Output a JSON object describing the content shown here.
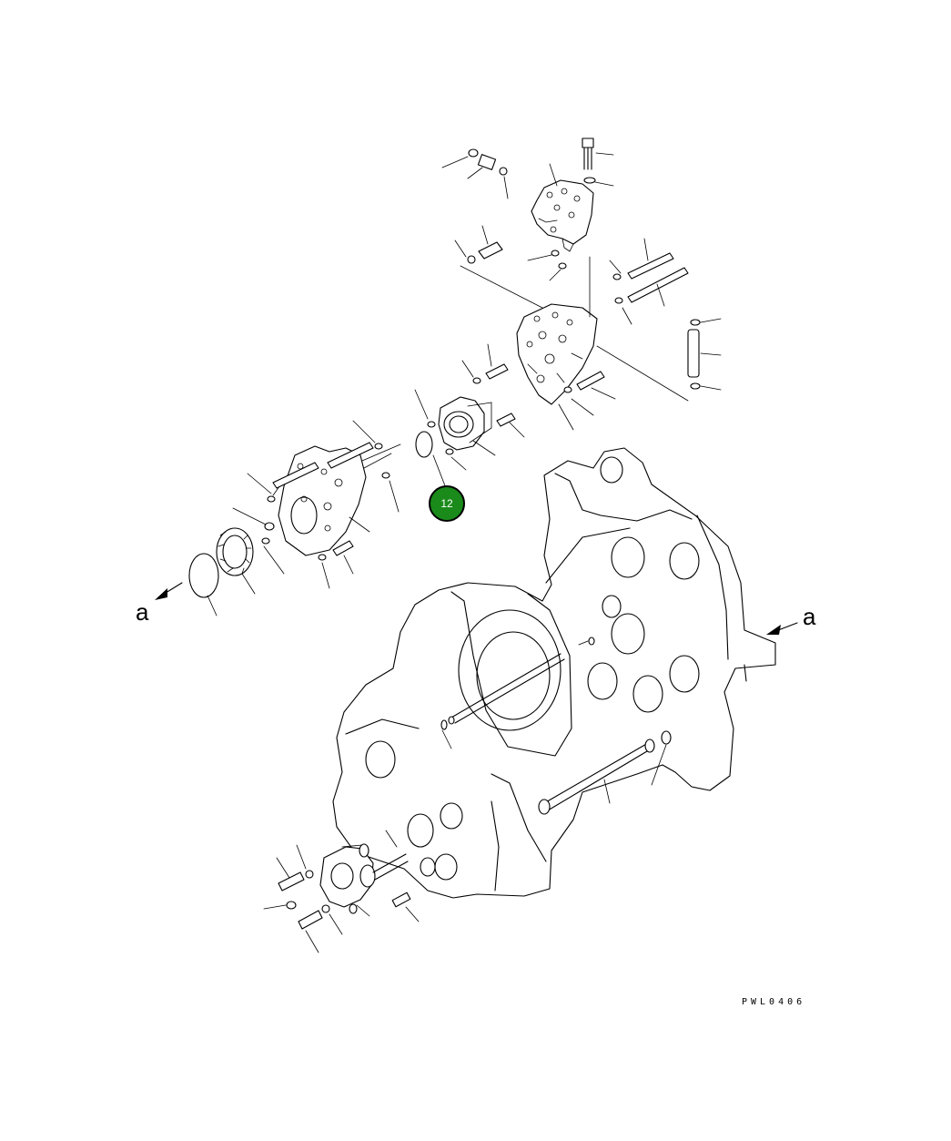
{
  "diagram": {
    "section_markers": [
      "a",
      "a"
    ],
    "drawing_code": "PWL0406",
    "callout": {
      "label": "12",
      "color": "#1a8a1a",
      "ring_color": "#000000",
      "text_color": "#ffffff"
    }
  }
}
